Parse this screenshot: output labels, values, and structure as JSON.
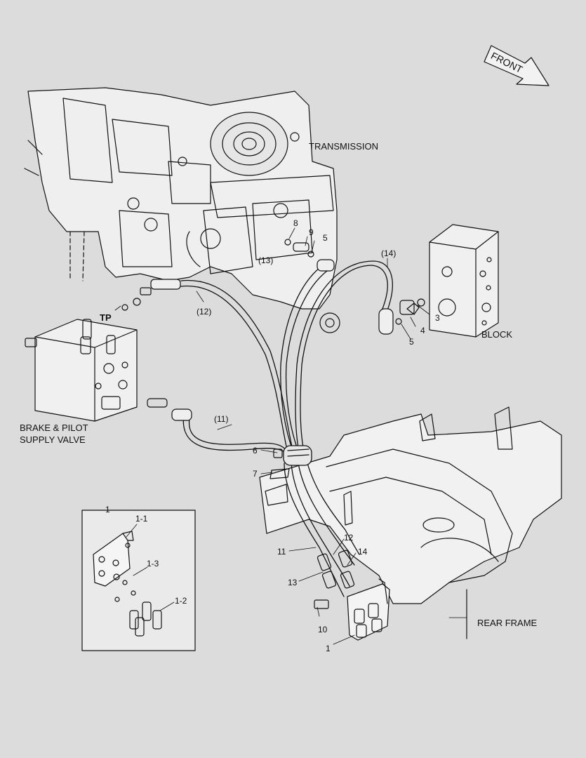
{
  "labels": {
    "front": "FRONT",
    "transmission": "TRANSMISSION",
    "block": "BLOCK",
    "brake_valve_line1": "BRAKE & PILOT",
    "brake_valve_line2": "SUPPLY VALVE",
    "rear_frame": "REAR FRAME",
    "tp": "TP"
  },
  "callouts": {
    "c8": "8",
    "c9": "9",
    "c5a": "5",
    "c13p": "(13)",
    "c14p": "(14)",
    "c12p": "(12)",
    "c3": "3",
    "c4": "4",
    "c5b": "5",
    "c11p": "(11)",
    "c6": "6",
    "c7": "7",
    "c1_box": "1",
    "c1_1": "1-1",
    "c1_3": "1-3",
    "c1_2": "1-2",
    "c11": "11",
    "c12": "12",
    "c14": "14",
    "c13": "13",
    "c10": "10",
    "c1": "1"
  },
  "colors": {
    "background": "#dcdcdc",
    "line": "#111111",
    "fill": "#efefef"
  }
}
